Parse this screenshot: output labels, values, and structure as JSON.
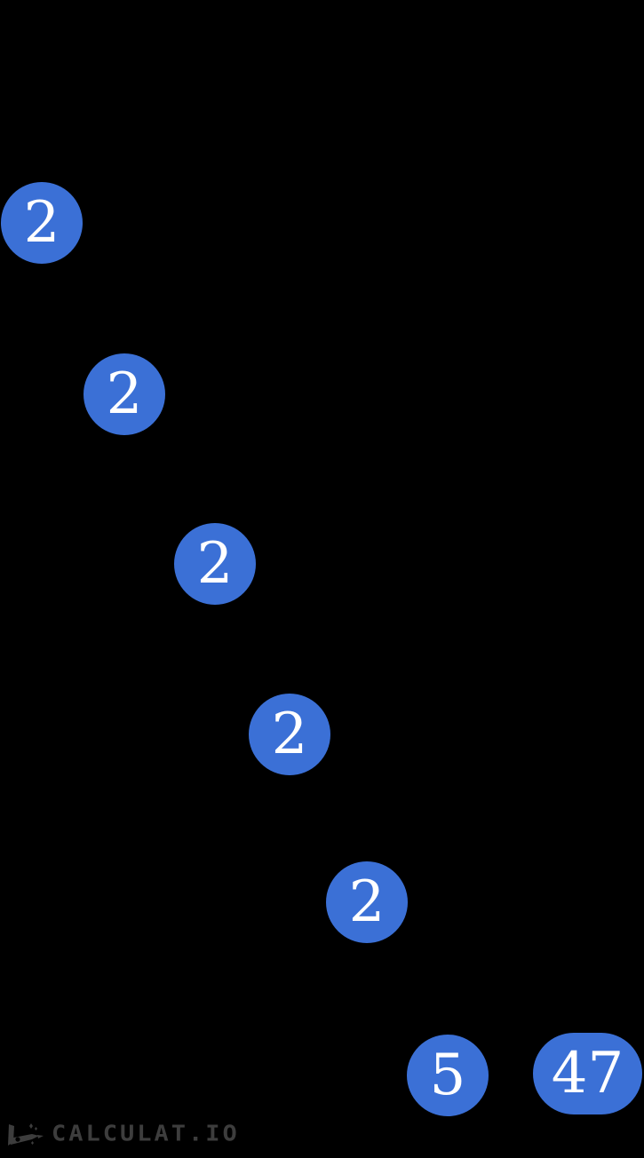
{
  "diagram": {
    "type": "factor-tree",
    "description": "Prime factorization tree showing only prime factor nodes on black background",
    "nodes": [
      {
        "value": "2"
      },
      {
        "value": "2"
      },
      {
        "value": "2"
      },
      {
        "value": "2"
      },
      {
        "value": "2"
      },
      {
        "value": "5"
      },
      {
        "value": "47"
      }
    ],
    "prime_factors": [
      2,
      2,
      2,
      2,
      2,
      5,
      47
    ],
    "colors": {
      "background": "#000000",
      "node_fill": "#3B70D6",
      "node_text": "#FFFFFF",
      "watermark": "#3D3D3D"
    }
  },
  "watermark": {
    "text": "CALCULAT.IO",
    "icon": "rocket-icon"
  }
}
